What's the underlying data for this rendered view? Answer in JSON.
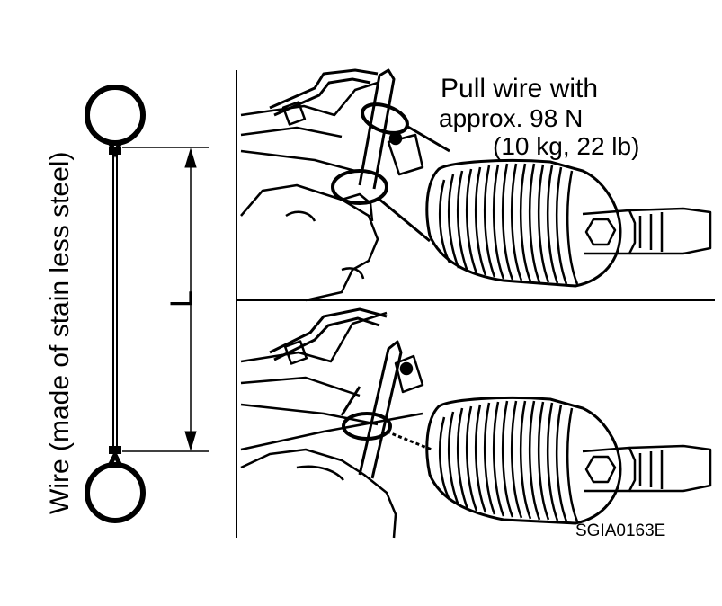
{
  "labels": {
    "pull_line1": "Pull wire with",
    "pull_line2": "approx. 98 N",
    "pull_line3": "(10 kg, 22 lb)",
    "wire": "Wire (made of stain less steel)",
    "length": "L",
    "code": "SGIA0163E"
  }
}
